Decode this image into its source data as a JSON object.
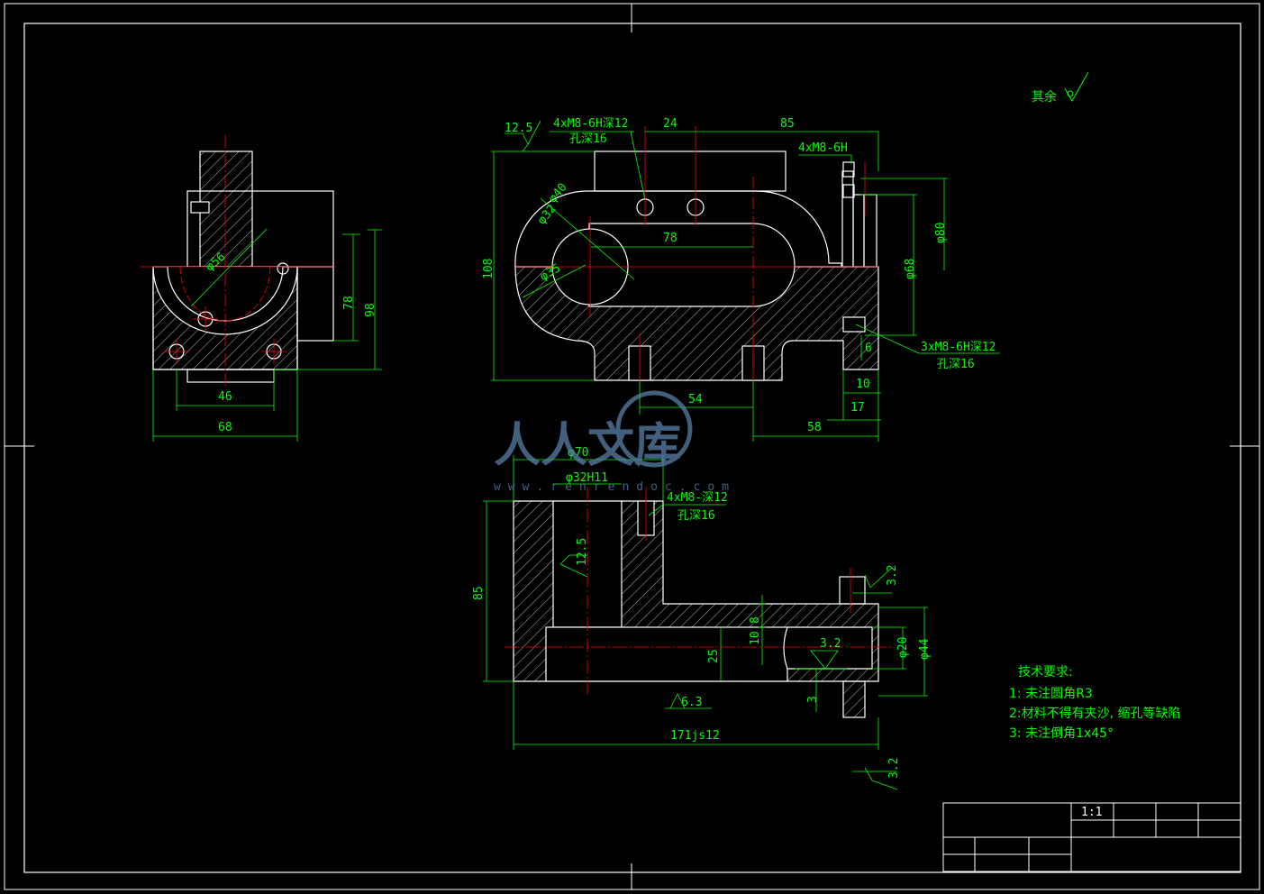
{
  "colors": {
    "background": "#000000",
    "outline": "#ffffff",
    "dimension": "#00ff00",
    "centerline": "#ff0000",
    "hatch": "#ffffff",
    "watermark": "#5a7fa8"
  },
  "surface_note": "其余",
  "left_view": {
    "dia_56": "φ56",
    "dim_78": "78",
    "dim_98": "98",
    "dim_46": "46",
    "dim_68": "68"
  },
  "front_view": {
    "roughness_12_5": "12.5",
    "hole_note_1a": "4xM8-6H深12",
    "hole_note_1b": "孔深16",
    "dim_24": "24",
    "dim_85": "85",
    "thread_note": "4xM8-6H",
    "dia_40": "φ40",
    "dia_32": "φ32",
    "dia_35": "φ35",
    "dim_78": "78",
    "dim_108": "108",
    "dia_80": "φ80",
    "dia_68": "φ68",
    "hole_note_2a": "3xM8-6H深12",
    "hole_note_2b": "孔深16",
    "dim_6": "6",
    "dim_10": "10",
    "dim_17": "17",
    "dim_54": "54",
    "dim_58": "58"
  },
  "section_view": {
    "dia_70": "φ70",
    "dia_32h11": "φ32H11",
    "hole_note_3a": "4xM8-深12",
    "hole_note_3b": "孔深16",
    "roughness_12_5": "12.5",
    "dim_85": "85",
    "roughness_3_2_top": "3.2",
    "dim_8": "8",
    "dim_10": "10",
    "dim_25": "25",
    "roughness_3_2_mid": "3.2",
    "dia_20": "φ20",
    "dia_44": "φ44",
    "dim_3": "3",
    "roughness_6_3": "6.3",
    "dim_171": "171js12",
    "roughness_3_2_bottom": "3.2"
  },
  "watermark": {
    "text": "人人文库",
    "url": "www.renrendoc.com"
  },
  "tech_requirements": {
    "title": "技术要求:",
    "items": [
      "1: 未注圆角R3",
      "2:材料不得有夹沙, 缩孔等缺陷",
      "3: 未注倒角1x45°"
    ]
  },
  "title_block": {
    "scale": "1:1"
  }
}
